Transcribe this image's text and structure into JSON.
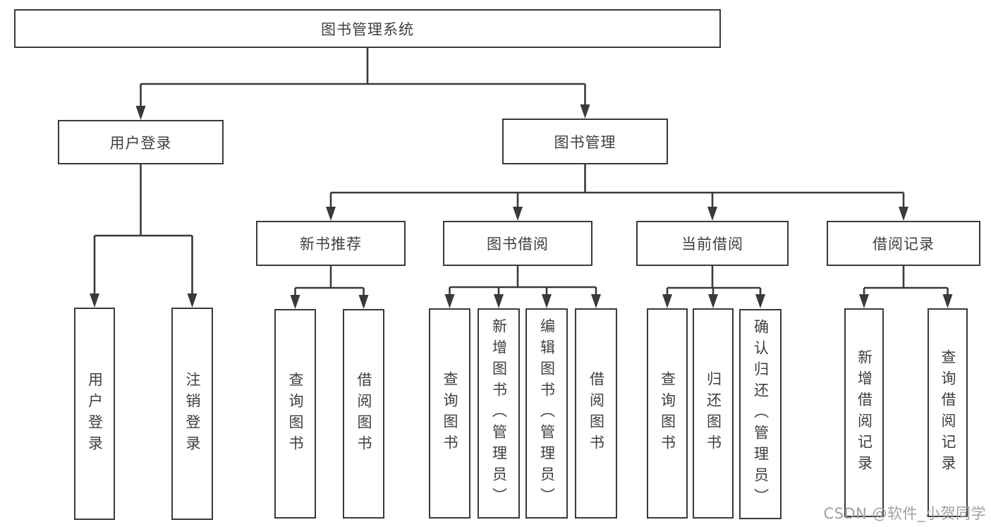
{
  "diagram_colors": {
    "line": "#3a3a3a",
    "box_border": "#3a3a3a",
    "box_fill": "#ffffff",
    "text": "#3f3f3f",
    "watermark": "#9f9f9f"
  },
  "tree": {
    "root": {
      "label": "图书管理系统"
    },
    "branches": [
      {
        "label": "用户登录",
        "children": [
          {
            "label": "用户登录"
          },
          {
            "label": "注销登录"
          }
        ]
      },
      {
        "label": "图书管理",
        "children": [
          {
            "label": "新书推荐",
            "children": [
              {
                "label": "查询图书"
              },
              {
                "label": "借阅图书"
              }
            ]
          },
          {
            "label": "图书借阅",
            "children": [
              {
                "label": "查询图书"
              },
              {
                "label": "新增图书（管理员）"
              },
              {
                "label": "编辑图书（管理员）"
              },
              {
                "label": "借阅图书"
              }
            ]
          },
          {
            "label": "当前借阅",
            "children": [
              {
                "label": "查询图书"
              },
              {
                "label": "归还图书"
              },
              {
                "label": "确认归还（管理员）"
              }
            ]
          },
          {
            "label": "借阅记录",
            "children": [
              {
                "label": "新增借阅记录"
              },
              {
                "label": "查询借阅记录"
              }
            ]
          }
        ]
      }
    ]
  },
  "watermark": {
    "text": "CSDN @软件_小贺同学"
  }
}
